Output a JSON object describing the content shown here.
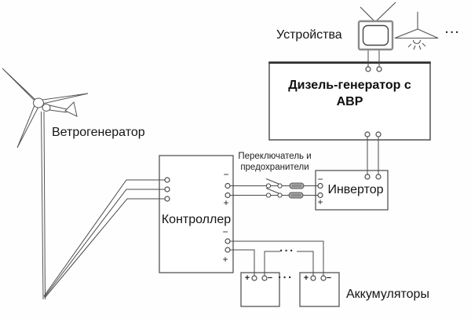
{
  "labels": {
    "devices": "Устройства",
    "wind_generator": "Ветрогенератор",
    "switch_and_fuses": {
      "line1": "Переключатель и",
      "line2": "предохранители"
    },
    "batteries": "Аккумуляторы"
  },
  "blocks": {
    "diesel_generator": {
      "line1": "Дизель-генератор с",
      "line2": "АВР"
    },
    "controller": "Контроллер",
    "inverter": "Инвертор"
  },
  "symbols": {
    "minus": "−",
    "plus": "+",
    "ellipsis": "···"
  },
  "icons": [
    "wind-turbine-icon",
    "tv-icon",
    "ceiling-lamp-icon",
    "switch-icon",
    "fuse-icon",
    "terminal-icon"
  ],
  "colors": {
    "background": "#ffffff",
    "line": "#4a4a4a",
    "text": "#111111",
    "fuse_fill": "#ababab"
  }
}
